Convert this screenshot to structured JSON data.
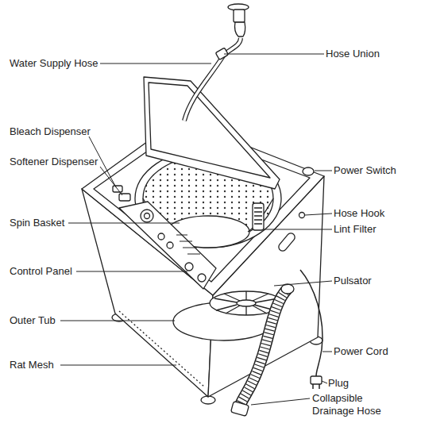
{
  "diagram": {
    "labels": [
      "Hose Union",
      "Water Supply Hose",
      "Bleach Dispenser",
      "Softener Dispenser",
      "Power Switch",
      "Hose Hook",
      "Spin Basket",
      "Lint Filter",
      "Control Panel",
      "Pulsator",
      "Outer Tub",
      "Power Cord",
      "Rat Mesh",
      "Plug",
      "Collapsible Drainage Hose"
    ]
  }
}
